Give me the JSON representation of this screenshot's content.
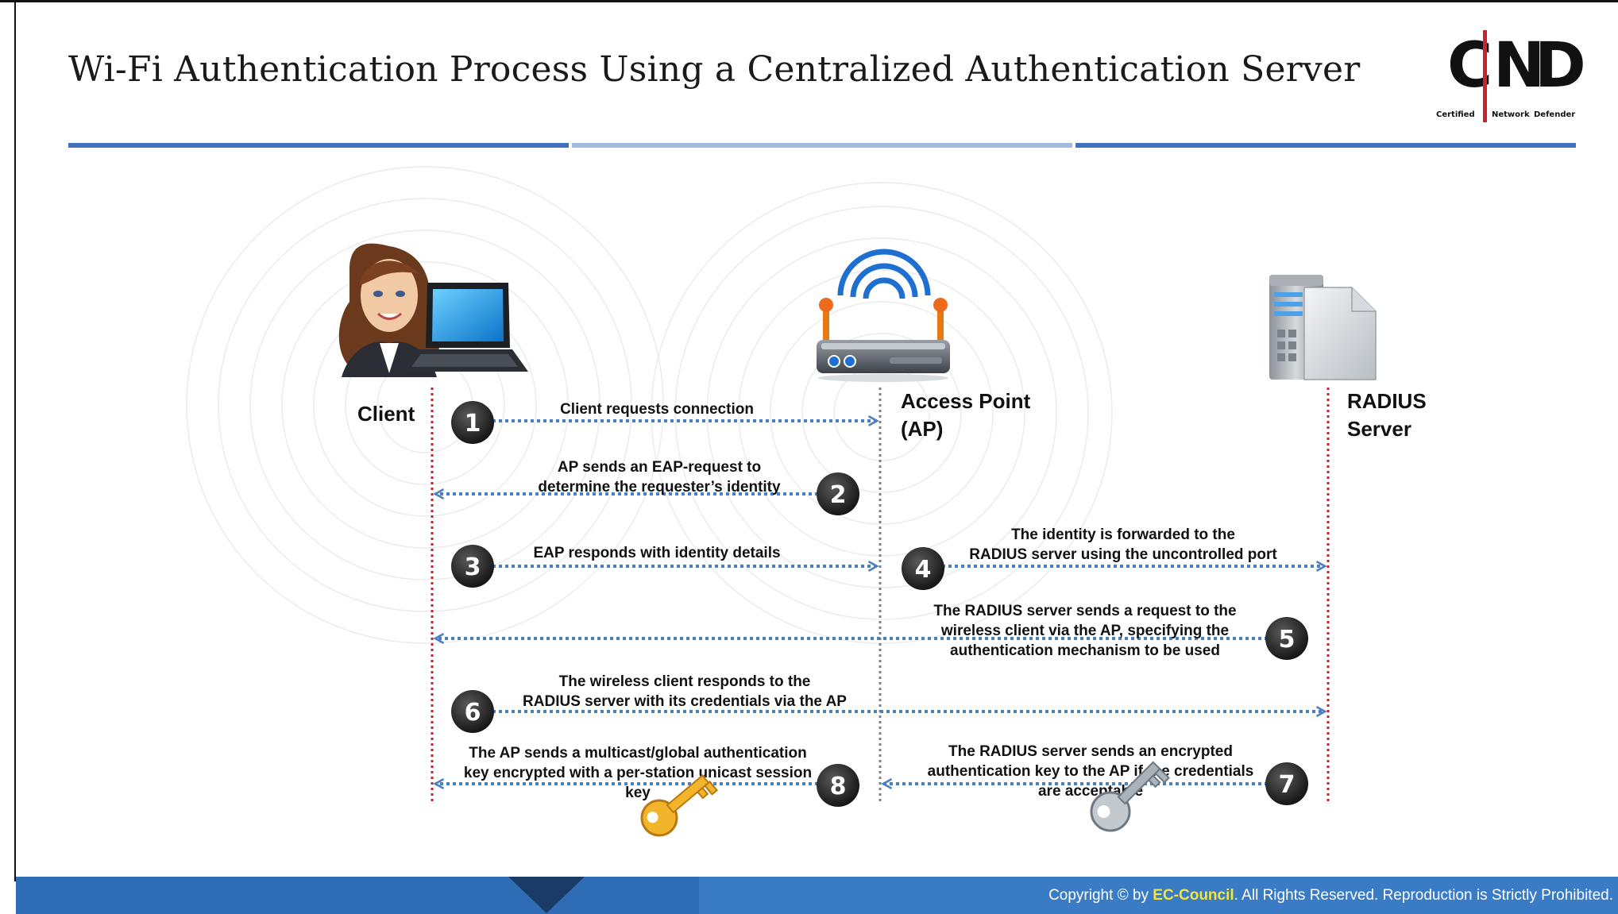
{
  "title": "Wi-Fi Authentication Process Using a Centralized Authentication Server",
  "logo": {
    "letters": [
      "C",
      "N",
      "D"
    ],
    "sub": [
      "Certified",
      "Network",
      "Defender"
    ],
    "accent": "#c9232e"
  },
  "actors": {
    "client": "Client",
    "ap": [
      "Access Point",
      "(AP)"
    ],
    "radius": [
      "RADIUS",
      "Server"
    ]
  },
  "steps": [
    {
      "num": "1",
      "lines": [
        "Client requests connection"
      ]
    },
    {
      "num": "2",
      "lines": [
        "AP sends an EAP-request to",
        "determine the requester’s identity"
      ]
    },
    {
      "num": "3",
      "lines": [
        "EAP responds with identity details"
      ]
    },
    {
      "num": "4",
      "lines": [
        "The identity is forwarded to the",
        "RADIUS server using the uncontrolled port"
      ]
    },
    {
      "num": "5",
      "lines": [
        "The RADIUS server sends a request to the",
        "wireless client via the AP, specifying the",
        "authentication mechanism to be used"
      ]
    },
    {
      "num": "6",
      "lines": [
        "The wireless client responds to the",
        "RADIUS server with its credentials via the AP"
      ]
    },
    {
      "num": "7",
      "lines": [
        "The RADIUS server sends an encrypted",
        "authentication key to the AP if the credentials",
        "are acceptable"
      ]
    },
    {
      "num": "8",
      "lines": [
        "The AP sends a multicast/global authentication",
        "key encrypted with a per-station unicast session",
        "key"
      ]
    }
  ],
  "footer": {
    "prefix": "Copyright © by ",
    "brand": "EC-Council",
    "suffix": ". All Rights Reserved. Reproduction is Strictly Prohibited."
  },
  "colors": {
    "arrow": "#4a7fc1",
    "lifeline_red": "#c9232e",
    "lifeline_gray": "#808080",
    "badge": "#222222",
    "footer": "#2e6db5",
    "gold_key": "#e8a11a",
    "silver_key": "#9aa3ab"
  },
  "icons": [
    "woman-avatar-icon",
    "laptop-icon",
    "wireless-router-icon",
    "server-icon",
    "document-icon",
    "gold-key-icon",
    "silver-key-icon"
  ]
}
